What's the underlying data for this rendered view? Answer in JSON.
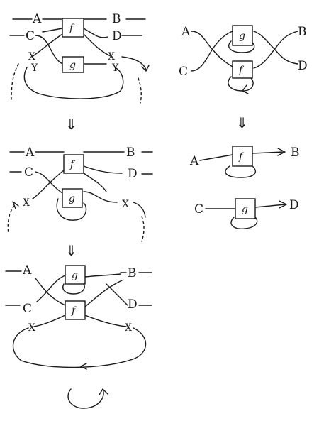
{
  "labels": {
    "A": "A",
    "B": "B",
    "C": "C",
    "D": "D",
    "X": "X",
    "Y": "Y"
  },
  "boxes": {
    "f": "f",
    "g": "g"
  },
  "down_arrow": "⇓",
  "curl_arrow": "↷"
}
